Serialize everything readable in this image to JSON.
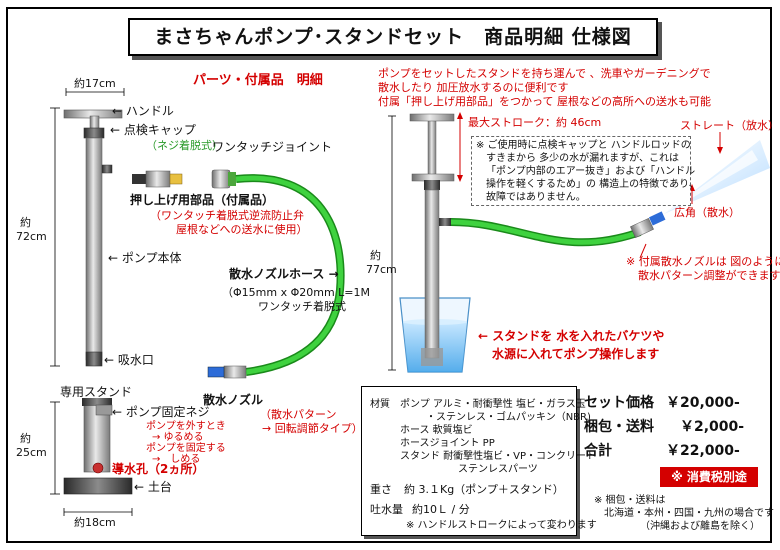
{
  "title": "まさちゃんポンプ･スタンドセット　商品明細 仕様図",
  "parts_section": {
    "header": "パーツ・付属品　明細",
    "width_top": "約17cm",
    "height_main_1": "約",
    "height_main_2": "72cm",
    "handle": "← ハンドル",
    "check_cap": "← 点検キャップ",
    "check_cap_note": "（ネジ着脱式）",
    "one_touch": "ワンタッチジョイント",
    "pushup": "押し上げ用部品（付属品）",
    "pushup_note_1": "（ワンタッチ着脱式逆流防止弁",
    "pushup_note_2": "屋根などへの送水に使用）",
    "pump_body": "← ポンプ本体",
    "hose": "散水ノズルホース →",
    "hose_spec_1": "（Φ15mm x Φ20mm L=1M",
    "hose_spec_2": "ワンタッチ着脱式",
    "intake": "← 吸水口",
    "nozzle": "散水ノズル",
    "nozzle_note_1": "（散水パターン",
    "nozzle_note_2": "→ 回転調節タイプ）"
  },
  "stand_section": {
    "title": "専用スタンド",
    "fix_screw": "← ポンプ固定ネジ",
    "fix_note_1": "ポンプを外すとき",
    "fix_note_2": "→ ゆるめる",
    "fix_note_3": "ポンプを固定する",
    "fix_note_4": "→　しめる",
    "height_1": "約",
    "height_2": "25cm",
    "drain": "導水孔（2ヵ所）",
    "base": "← 土台",
    "width": "約18cm"
  },
  "usage_section": {
    "intro_1": "ポンプをセットしたスタンドを持ち運んで 、洗車やガーデニングで",
    "intro_2": "散水したり 加圧放水するのに便利です",
    "intro_3": "付属「押し上げ用部品」をつかって 屋根などの高所への送水も可能",
    "max_stroke": "最大ストローク：約 46cm",
    "note_1": "※ ご使用時に点検キャップと ハンドルロッドの",
    "note_2": "すきまから 多少の水が漏れますが、これは",
    "note_3": "「ポンプ内部のエアー抜き」および「ハンドル",
    "note_4": "操作を軽くするため」の 構造上の特徴であり、",
    "note_5": "故障ではありません。",
    "straight": "ストレート（放水）",
    "wide": "広角（散水）",
    "height_1": "約",
    "height_2": "77cm",
    "nozzle_note_1": "※ 付属散水ノズルは 図のように",
    "nozzle_note_2": "散水パターン調整ができます",
    "bucket_1": "← スタンドを 水を入れたバケツや",
    "bucket_2": "水源に入れてポンプ操作します"
  },
  "specs": {
    "material_label": "材質",
    "material_pump": "ポンプ  アルミ・耐衝撃性 塩ビ・ガラス玉",
    "material_pump_2": "・ステンレス・ゴムパッキン（NBR)",
    "material_hose": "ホース   軟質塩ビ",
    "material_joint": "ホースジョイント  PP",
    "material_stand": "スタンド  耐衝撃性塩ビ・VP・コンクリート",
    "material_stand_2": "ステンレスパーツ",
    "weight_label": "重さ",
    "weight_value": "約 3.１Kg（ポンプ＋スタンド）",
    "flow_label": "吐水量",
    "flow_value": "約10Ｌ / 分",
    "flow_note": "※ ハンドルストロークによって変わります"
  },
  "pricing": {
    "set_label": "セット価格",
    "set_value": "￥20,000-",
    "ship_label": "梱包・送料",
    "ship_value": "￥2,000-",
    "total_label": "合計",
    "total_value": "￥22,000-",
    "tax_badge": "※ 消費税別途",
    "ship_note_1": "※ 梱包・送料は",
    "ship_note_2": "北海道・本州・四国・九州の場合です",
    "ship_note_3": "（沖縄および離島を除く）"
  },
  "colors": {
    "red": "#d40000",
    "hose_green": "#3fd23f",
    "nozzle_blue": "#2d6cd8",
    "pipe_gray": "#8a8a8a"
  }
}
